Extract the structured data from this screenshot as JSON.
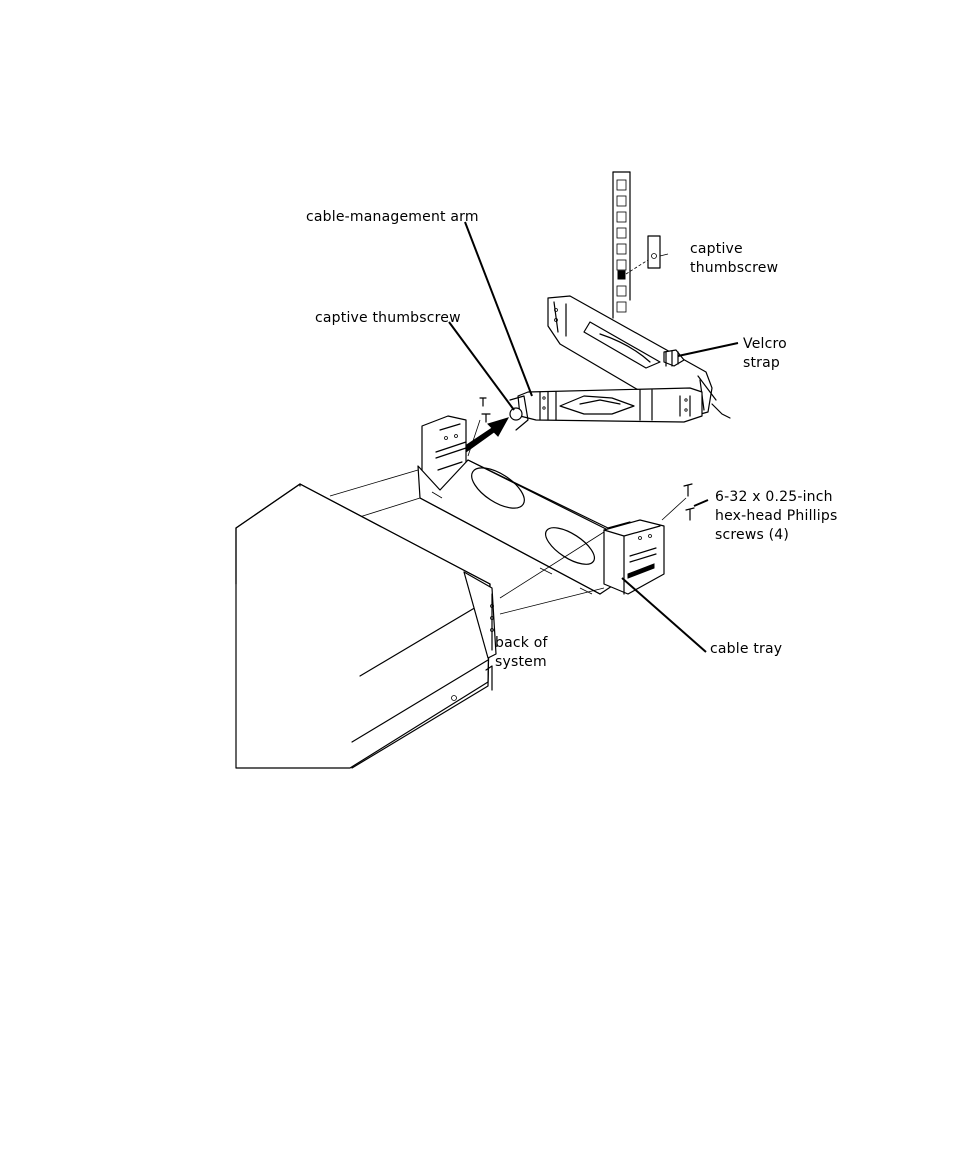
{
  "figure": {
    "labels": {
      "cable_management_arm": "cable-management arm",
      "captive_thumbscrew_rack": [
        "captive",
        "thumbscrew"
      ],
      "captive_thumbscrew_arm": "captive thumbscrew",
      "velcro_strap": [
        "Velcro",
        "strap"
      ],
      "screws": [
        "6-32 x 0.25-inch",
        "hex-head Phillips",
        "screws (4)"
      ],
      "back_of_system": [
        "back of",
        "system"
      ],
      "cable_tray": "cable tray"
    }
  }
}
